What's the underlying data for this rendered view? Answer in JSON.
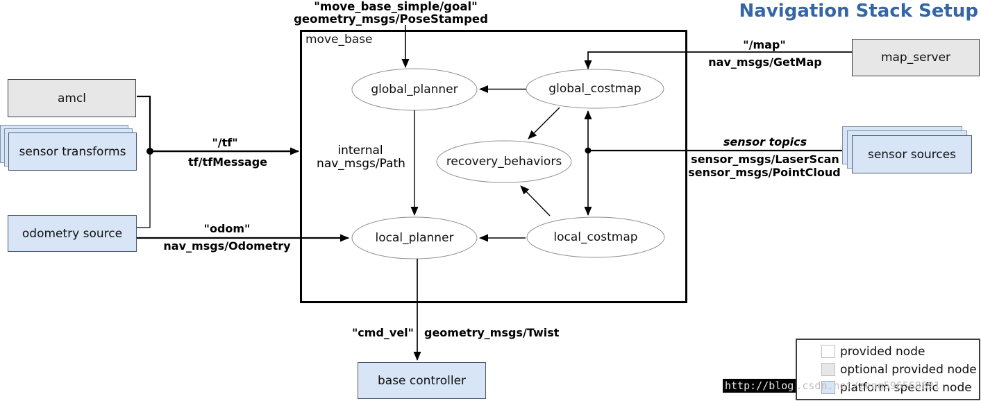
{
  "title": "Navigation Stack Setup",
  "colors": {
    "title_blue": "#3465a4",
    "node_blue": "#d7e5f6",
    "node_gray": "#e7e7e7"
  },
  "move_base": {
    "label": "move_base"
  },
  "nodes": {
    "amcl": "amcl",
    "sensor_transforms": "sensor transforms",
    "odometry_source": "odometry source",
    "map_server": "map_server",
    "sensor_sources": "sensor sources",
    "base_controller": "base controller"
  },
  "ellipses": {
    "global_planner": "global_planner",
    "global_costmap": "global_costmap",
    "recovery_behaviors": "recovery_behaviors",
    "local_planner": "local_planner",
    "local_costmap": "local_costmap"
  },
  "labels": {
    "goal_topic": "\"move_base_simple/goal\"",
    "goal_type": "geometry_msgs/PoseStamped",
    "tf_topic": "\"/tf\"",
    "tf_type": "tf/tfMessage",
    "odom_topic": "\"odom\"",
    "odom_type": "nav_msgs/Odometry",
    "internal_line1": "internal",
    "internal_line2": "nav_msgs/Path",
    "map_topic": "\"/map\"",
    "map_type": "nav_msgs/GetMap",
    "sensor_topics": "sensor topics",
    "sensor_type_laser": "sensor_msgs/LaserScan",
    "sensor_type_cloud": "sensor_msgs/PointCloud",
    "cmdvel_topic": "\"cmd_vel\"",
    "cmdvel_type": "geometry_msgs/Twist"
  },
  "legend": {
    "items": [
      {
        "label": "provided node"
      },
      {
        "label": "optional provided node"
      },
      {
        "label": "platform specific node"
      }
    ]
  },
  "watermark": {
    "dark": "http://blog",
    "light": ".csdn.net/zeng596568821"
  }
}
